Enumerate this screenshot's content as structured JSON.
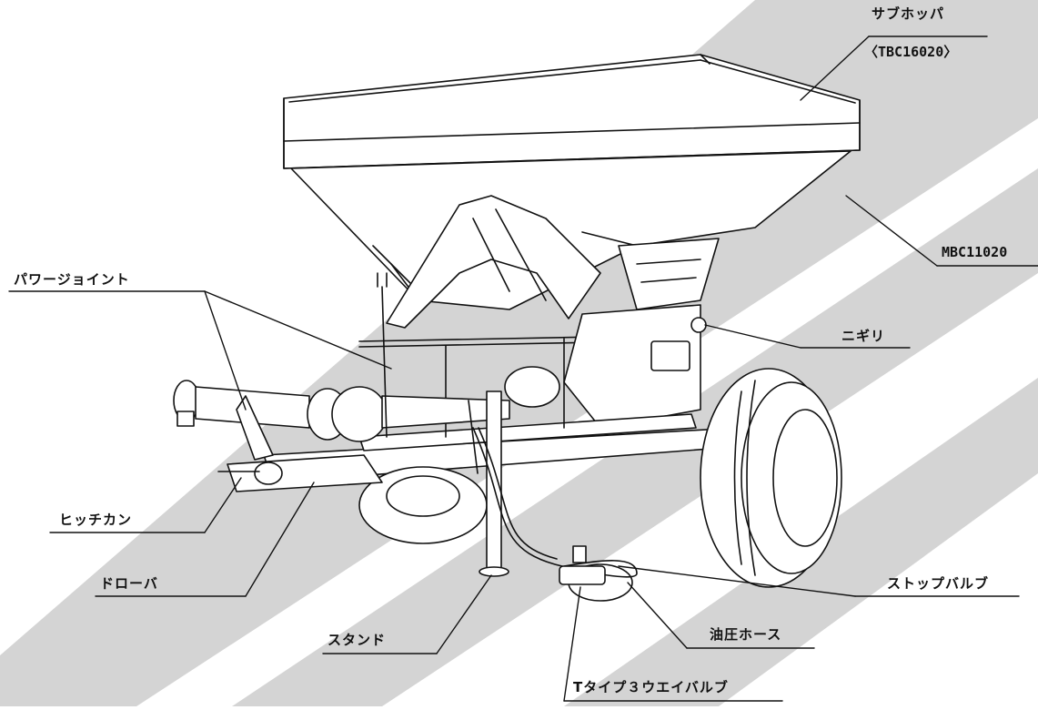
{
  "labels": {
    "sub_hopper": "サブホッパ",
    "sub_hopper_code": "〈TBC16020〉",
    "main_code": "MBC11020",
    "power_joint": "パワージョイント",
    "grip": "ニギリ",
    "hitch": "ヒッチカン",
    "drawbar": "ドローバ",
    "stop_valve": "ストップバルブ",
    "stand": "スタンド",
    "hydraulic_hose": "油圧ホース",
    "t_valve": "Tタイプ３ウエイバルブ"
  },
  "colors": {
    "line": "#111111",
    "watermark": "#d4d4d4"
  }
}
